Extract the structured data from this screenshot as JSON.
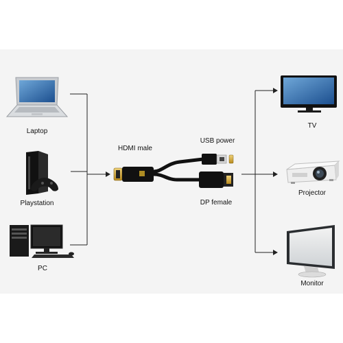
{
  "sources": [
    {
      "id": "laptop",
      "label": "Laptop",
      "icon": "laptop-icon"
    },
    {
      "id": "playstation",
      "label": "Playstation",
      "icon": "game-console-icon"
    },
    {
      "id": "pc",
      "label": "PC",
      "icon": "desktop-pc-icon"
    }
  ],
  "adapter": {
    "hdmi_label": "HDMI male",
    "usb_label": "USB power",
    "dp_label": "DP female",
    "icon": "hdmi-to-displayport-adapter-icon"
  },
  "outputs": [
    {
      "id": "tv",
      "label": "TV",
      "icon": "tv-icon"
    },
    {
      "id": "projector",
      "label": "Projector",
      "icon": "projector-icon"
    },
    {
      "id": "monitor",
      "label": "Monitor",
      "icon": "monitor-icon"
    }
  ],
  "colors": {
    "background_band": "#f4f4f4",
    "lines": "#222222",
    "connector_gold": "#c9a227"
  }
}
